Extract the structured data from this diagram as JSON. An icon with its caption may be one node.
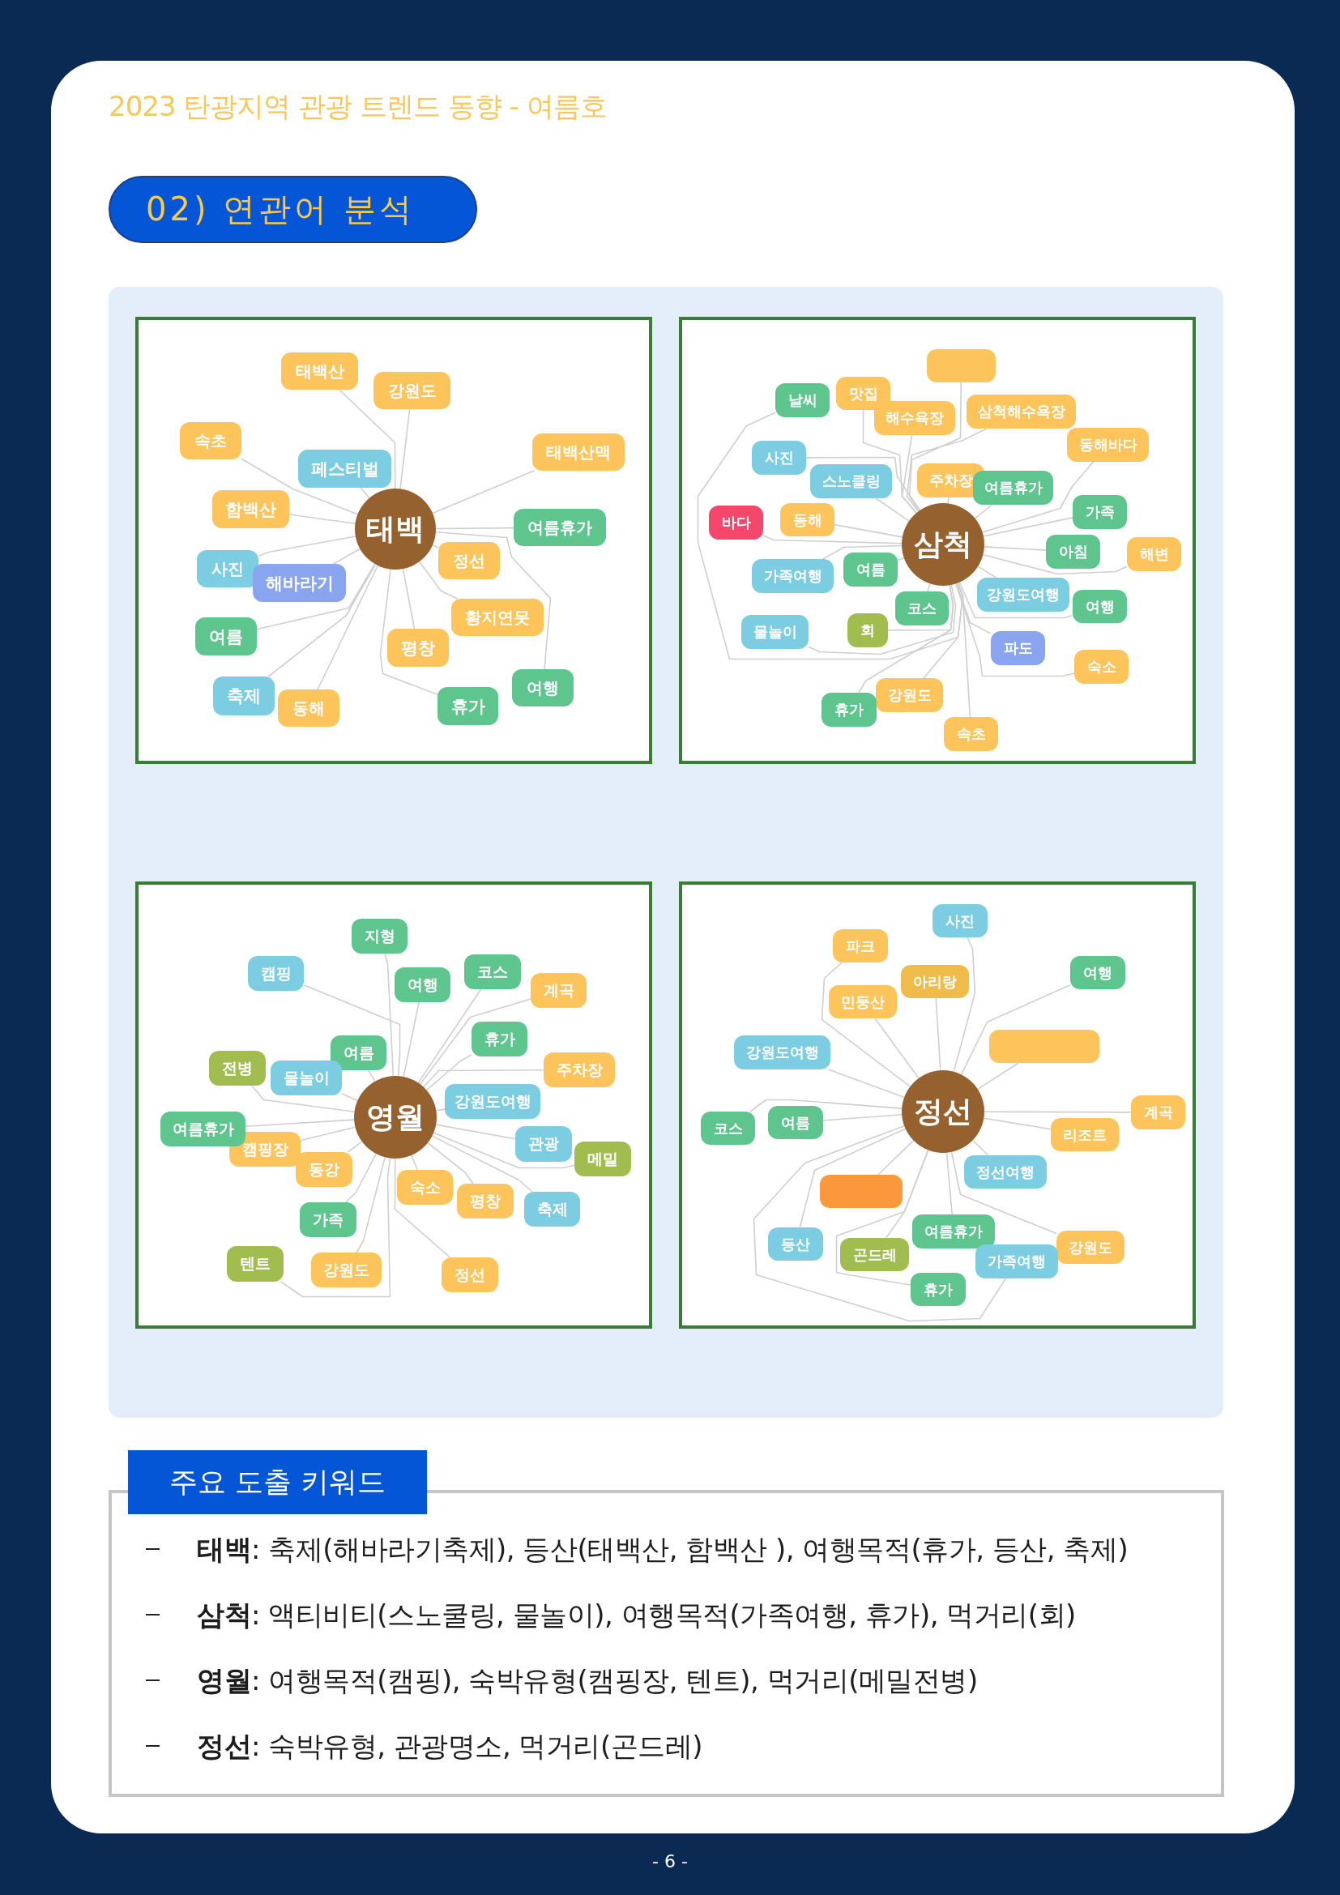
{
  "diagram": {
    "title": "2023 탄광지역 관광 트렌드 동향 - 여름호",
    "nodes": [
      {
        "text": [
          "02) 연관어 분석"
        ]
      },
      {
        "text": [],
        "shape": "box"
      },
      {
        "text": [
          "태백"
        ],
        "in": 1
      },
      {
        "text": [
          "태백산"
        ],
        "in": 1
      },
      {
        "text": [
          "강원도"
        ],
        "in": 1
      },
      {
        "text": [
          "속초"
        ],
        "in": 1
      },
      {
        "text": [
          "태백산맥"
        ],
        "in": 1
      },
      {
        "text": [
          "페스티벌"
        ],
        "in": 1
      },
      {
        "text": [
          "함백산"
        ],
        "in": 1
      },
      {
        "text": [
          "여름휴가"
        ],
        "in": 1
      },
      {
        "text": [
          "정선"
        ],
        "in": 1
      },
      {
        "text": [
          "사진"
        ],
        "in": 1
      },
      {
        "text": [
          "해바라기"
        ],
        "in": 1
      },
      {
        "text": [
          "황지연못"
        ],
        "in": 1
      },
      {
        "text": [
          "여름"
        ],
        "in": 1
      },
      {
        "text": [
          "평창"
        ],
        "in": 1
      },
      {
        "text": [
          "여행"
        ],
        "in": 1
      },
      {
        "text": [
          "휴가"
        ],
        "in": 1
      },
      {
        "text": [
          "축제"
        ],
        "in": 1
      },
      {
        "text": [
          "동해"
        ],
        "in": 1
      },
      {
        "text": [],
        "shape": "box"
      },
      {
        "text": [
          "삼척"
        ],
        "in": 20
      },
      {
        "text": [],
        "shape": "box",
        "in": 20
      },
      {
        "text": [
          "맛집"
        ],
        "in": 20
      },
      {
        "text": [
          "날씨"
        ],
        "in": 20
      },
      {
        "text": [
          "해수욕장"
        ],
        "in": 20
      },
      {
        "text": [
          "삼척해수욕장"
        ],
        "in": 20
      },
      {
        "text": [
          "동해바다"
        ],
        "in": 20
      },
      {
        "text": [
          "사진"
        ],
        "in": 20
      },
      {
        "text": [
          "스노클링"
        ],
        "in": 20
      },
      {
        "text": [
          "주차장"
        ],
        "in": 20
      },
      {
        "text": [
          "여름휴가"
        ],
        "in": 20
      },
      {
        "text": [
          "바다"
        ],
        "in": 20
      },
      {
        "text": [
          "동해"
        ],
        "in": 20
      },
      {
        "text": [
          "가족"
        ],
        "in": 20
      },
      {
        "text": [
          "아침"
        ],
        "in": 20
      },
      {
        "text": [
          "해변"
        ],
        "in": 20
      },
      {
        "text": [
          "가족여행"
        ],
        "in": 20
      },
      {
        "text": [
          "여름"
        ],
        "in": 20
      },
      {
        "text": [
          "강원도여행"
        ],
        "in": 20
      },
      {
        "text": [
          "여행"
        ],
        "in": 20
      },
      {
        "text": [
          "물놀이"
        ],
        "in": 20
      },
      {
        "text": [
          "회"
        ],
        "in": 20
      },
      {
        "text": [
          "코스"
        ],
        "in": 20
      },
      {
        "text": [
          "파도"
        ],
        "in": 20
      },
      {
        "text": [
          "숙소"
        ],
        "in": 20
      },
      {
        "text": [
          "강원도"
        ],
        "in": 20
      },
      {
        "text": [
          "휴가"
        ],
        "in": 20
      },
      {
        "text": [
          "속초"
        ],
        "in": 20
      },
      {
        "text": [],
        "shape": "box"
      },
      {
        "text": [
          "영월"
        ],
        "in": 49
      },
      {
        "text": [
          "지형"
        ],
        "in": 49
      },
      {
        "text": [
          "캠핑"
        ],
        "in": 49
      },
      {
        "text": [
          "코스"
        ],
        "in": 49
      },
      {
        "text": [
          "여행"
        ],
        "in": 49
      },
      {
        "text": [
          "계곡"
        ],
        "in": 49
      },
      {
        "text": [
          "휴가"
        ],
        "in": 49
      },
      {
        "text": [
          "여름"
        ],
        "in": 49
      },
      {
        "text": [
          "전병"
        ],
        "in": 49
      },
      {
        "text": [
          "주차장"
        ],
        "in": 49
      },
      {
        "text": [
          "물놀이"
        ],
        "in": 49
      },
      {
        "text": [
          "강원도여행"
        ],
        "in": 49
      },
      {
        "text": [
          "캠핑장"
        ],
        "in": 49
      },
      {
        "text": [
          "여름휴가"
        ],
        "in": 49
      },
      {
        "text": [
          "관광"
        ],
        "in": 49
      },
      {
        "text": [
          "메밀"
        ],
        "in": 49
      },
      {
        "text": [
          "동강"
        ],
        "in": 49
      },
      {
        "text": [
          "숙소"
        ],
        "in": 49
      },
      {
        "text": [
          "평창"
        ],
        "in": 49
      },
      {
        "text": [
          "축제"
        ],
        "in": 49
      },
      {
        "text": [
          "가족"
        ],
        "in": 49
      },
      {
        "text": [
          "텐트"
        ],
        "in": 49
      },
      {
        "text": [
          "강원도"
        ],
        "in": 49
      },
      {
        "text": [
          "정선"
        ],
        "in": 49
      },
      {
        "text": [],
        "shape": "box"
      },
      {
        "text": [
          "정선"
        ],
        "in": 74
      },
      {
        "text": [
          "사진"
        ],
        "in": 74
      },
      {
        "text": [
          "파크"
        ],
        "in": 74
      },
      {
        "text": [
          "아리랑"
        ],
        "in": 74
      },
      {
        "text": [
          "여행"
        ],
        "in": 74
      },
      {
        "text": [
          "민둥산"
        ],
        "in": 74
      },
      {
        "text": [],
        "shape": "box",
        "in": 74
      },
      {
        "text": [
          "강원도여행"
        ],
        "in": 74
      },
      {
        "text": [
          "계곡"
        ],
        "in": 74
      },
      {
        "text": [
          "코스"
        ],
        "in": 74
      },
      {
        "text": [
          "여름"
        ],
        "in": 74
      },
      {
        "text": [
          "리조트"
        ],
        "in": 74
      },
      {
        "text": [
          "정선여행"
        ],
        "in": 74
      },
      {
        "text": [],
        "shape": "box",
        "in": 74
      },
      {
        "text": [
          "등산"
        ],
        "in": 74
      },
      {
        "text": [
          "여름휴가"
        ],
        "in": 74
      },
      {
        "text": [
          "곤드레"
        ],
        "in": 74
      },
      {
        "text": [
          "강원도"
        ],
        "in": 74
      },
      {
        "text": [
          "가족여행"
        ],
        "in": 74
      },
      {
        "text": [
          "휴가"
        ],
        "in": 74
      },
      {
        "text": [
          "주요 도출 키워드"
        ]
      },
      {
        "text": [
          "**태백**: 축제(해바라기축제), 등산(태백산, 함백산 ), 여행목적(휴가, 등산, 축제)",
          "**삼척**: 액티비티(스노쿨링, 물놀이), 여행목적(가족여행, 휴가), 먹거리(회)",
          "**영월**: 여행목적(캠핑), 숙박유형(캠핑장, 텐트), 먹거리(메밀전병)",
          "**정선**: 숙박유형, 관광명소, 먹거리(곤드레)"
        ]
      }
    ],
    "edges": [
      {
        "from": 2,
        "to": 3,
        "arrow": "none"
      },
      {
        "from": 2,
        "to": 4,
        "arrow": "none"
      },
      {
        "from": 2,
        "to": 5,
        "arrow": "none"
      },
      {
        "from": 2,
        "to": 6,
        "arrow": "none"
      },
      {
        "from": 2,
        "to": 7,
        "arrow": "none"
      },
      {
        "from": 2,
        "to": 8,
        "arrow": "none"
      },
      {
        "from": 2,
        "to": 9,
        "arrow": "none"
      },
      {
        "from": 2,
        "to": 10,
        "arrow": "none"
      },
      {
        "from": 2,
        "to": 11,
        "arrow": "none"
      },
      {
        "from": 2,
        "to": 12,
        "arrow": "none"
      },
      {
        "from": 2,
        "to": 13,
        "arrow": "none"
      },
      {
        "from": 2,
        "to": 14,
        "arrow": "none"
      },
      {
        "from": 2,
        "to": 15,
        "arrow": "none"
      },
      {
        "from": 2,
        "to": 16,
        "arrow": "none"
      },
      {
        "from": 2,
        "to": 17,
        "arrow": "none"
      },
      {
        "from": 2,
        "to": 18,
        "arrow": "none"
      },
      {
        "from": 2,
        "to": 19,
        "arrow": "none"
      },
      {
        "from": 21,
        "to": 22,
        "arrow": "none"
      },
      {
        "from": 21,
        "to": 23,
        "arrow": "none"
      },
      {
        "from": 21,
        "to": 24,
        "arrow": "none"
      },
      {
        "from": 21,
        "to": 25,
        "arrow": "none"
      },
      {
        "from": 21,
        "to": 26,
        "arrow": "none"
      },
      {
        "from": 21,
        "to": 27,
        "arrow": "none"
      },
      {
        "from": 21,
        "to": 28,
        "arrow": "none"
      },
      {
        "from": 21,
        "to": 29,
        "arrow": "none"
      },
      {
        "from": 21,
        "to": 30,
        "arrow": "none"
      },
      {
        "from": 21,
        "to": 31,
        "arrow": "none"
      },
      {
        "from": 21,
        "to": 32,
        "arrow": "none"
      },
      {
        "from": 21,
        "to": 33,
        "arrow": "none"
      },
      {
        "from": 21,
        "to": 34,
        "arrow": "none"
      },
      {
        "from": 21,
        "to": 35,
        "arrow": "none"
      },
      {
        "from": 21,
        "to": 36,
        "arrow": "none"
      },
      {
        "from": 21,
        "to": 37,
        "arrow": "none"
      },
      {
        "from": 21,
        "to": 38,
        "arrow": "none"
      },
      {
        "from": 21,
        "to": 39,
        "arrow": "none"
      },
      {
        "from": 21,
        "to": 40,
        "arrow": "none"
      },
      {
        "from": 21,
        "to": 41,
        "arrow": "none"
      },
      {
        "from": 21,
        "to": 42,
        "arrow": "none"
      },
      {
        "from": 21,
        "to": 43,
        "arrow": "none"
      },
      {
        "from": 21,
        "to": 44,
        "arrow": "none"
      },
      {
        "from": 21,
        "to": 45,
        "arrow": "none"
      },
      {
        "from": 21,
        "to": 46,
        "arrow": "none"
      },
      {
        "from": 21,
        "to": 47,
        "arrow": "none"
      },
      {
        "from": 21,
        "to": 48,
        "arrow": "none"
      },
      {
        "from": 50,
        "to": 51,
        "arrow": "none"
      },
      {
        "from": 50,
        "to": 52,
        "arrow": "none"
      },
      {
        "from": 50,
        "to": 53,
        "arrow": "none"
      },
      {
        "from": 50,
        "to": 54,
        "arrow": "none"
      },
      {
        "from": 50,
        "to": 55,
        "arrow": "none"
      },
      {
        "from": 50,
        "to": 56,
        "arrow": "none"
      },
      {
        "from": 50,
        "to": 57,
        "arrow": "none"
      },
      {
        "from": 50,
        "to": 58,
        "arrow": "none"
      },
      {
        "from": 50,
        "to": 59,
        "arrow": "none"
      },
      {
        "from": 50,
        "to": 60,
        "arrow": "none"
      },
      {
        "from": 50,
        "to": 61,
        "arrow": "none"
      },
      {
        "from": 50,
        "to": 62,
        "arrow": "none"
      },
      {
        "from": 50,
        "to": 63,
        "arrow": "none"
      },
      {
        "from": 50,
        "to": 64,
        "arrow": "none"
      },
      {
        "from": 50,
        "to": 65,
        "arrow": "none"
      },
      {
        "from": 50,
        "to": 66,
        "arrow": "none"
      },
      {
        "from": 50,
        "to": 67,
        "arrow": "none"
      },
      {
        "from": 50,
        "to": 68,
        "arrow": "none"
      },
      {
        "from": 50,
        "to": 69,
        "arrow": "none"
      },
      {
        "from": 50,
        "to": 70,
        "arrow": "none"
      },
      {
        "from": 50,
        "to": 71,
        "arrow": "none"
      },
      {
        "from": 50,
        "to": 72,
        "arrow": "none"
      },
      {
        "from": 50,
        "to": 73,
        "arrow": "none"
      },
      {
        "from": 75,
        "to": 76,
        "arrow": "none"
      },
      {
        "from": 75,
        "to": 77,
        "arrow": "none"
      },
      {
        "from": 75,
        "to": 78,
        "arrow": "none"
      },
      {
        "from": 75,
        "to": 79,
        "arrow": "none"
      },
      {
        "from": 75,
        "to": 80,
        "arrow": "none"
      },
      {
        "from": 75,
        "to": 81,
        "arrow": "none"
      },
      {
        "from": 75,
        "to": 82,
        "arrow": "none"
      },
      {
        "from": 75,
        "to": 83,
        "arrow": "none"
      },
      {
        "from": 75,
        "to": 84,
        "arrow": "none"
      },
      {
        "from": 75,
        "to": 85,
        "arrow": "none"
      },
      {
        "from": 75,
        "to": 86,
        "arrow": "none"
      },
      {
        "from": 75,
        "to": 87,
        "arrow": "none"
      },
      {
        "from": 75,
        "to": 88,
        "arrow": "none"
      },
      {
        "from": 75,
        "to": 89,
        "arrow": "none"
      },
      {
        "from": 75,
        "to": 90,
        "arrow": "none"
      },
      {
        "from": 75,
        "to": 91,
        "arrow": "none"
      },
      {
        "from": 75,
        "to": 92,
        "arrow": "none"
      },
      {
        "from": 75,
        "to": 93,
        "arrow": "none"
      },
      {
        "from": 75,
        "to": 94,
        "arrow": "none"
      }
    ],
    "labels": [
      "- 6 -"
    ]
  }
}
